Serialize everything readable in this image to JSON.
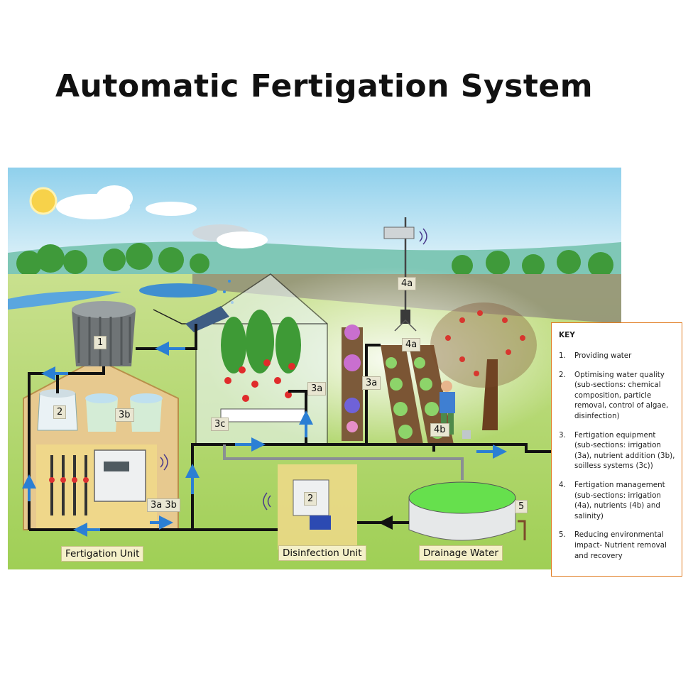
{
  "title": "Automatic Fertigation System",
  "scene_labels": {
    "fertigation_unit": "Fertigation Unit",
    "disinfection_unit": "Disinfection Unit",
    "drainage_water": "Drainage Water"
  },
  "markers": {
    "water_source": "1",
    "tank_fert": "2",
    "tank_disinf": "2",
    "nutrient_tanks": "3b",
    "fert_equipment": "3a 3b",
    "greenhouse_soilless": "3c",
    "greenhouse_irrigation": "3a",
    "field_irrigation": "3a",
    "weather_station": "4a",
    "field_sensor": "4a",
    "farmer": "4b",
    "drainage": "5"
  },
  "key": {
    "heading": "KEY",
    "items": [
      {
        "num": "1.",
        "text": "Providing water",
        "sub": ""
      },
      {
        "num": "2.",
        "text": "Optimising water quality",
        "sub": "(sub-sections: chemical composition, particle removal, control of algae, disinfection)"
      },
      {
        "num": "3.",
        "text": "Fertigation equipment",
        "sub": "(sub-sections: irrigation (3a), nutrient addition (3b), soilless systems (3c))"
      },
      {
        "num": "4.",
        "text": "Fertigation management",
        "sub": "(sub-sections: irrigation (4a), nutrients (4b) and salinity)"
      },
      {
        "num": "5.",
        "text": "Reducing environmental impact- Nutrient removal and recovery",
        "sub": ""
      }
    ]
  },
  "colors": {
    "pipe": "#111111",
    "flow_arrow": "#2b7fd4",
    "key_border": "#e07a1f",
    "grass": "#a8d36a",
    "sky": "#b9e3f2"
  }
}
